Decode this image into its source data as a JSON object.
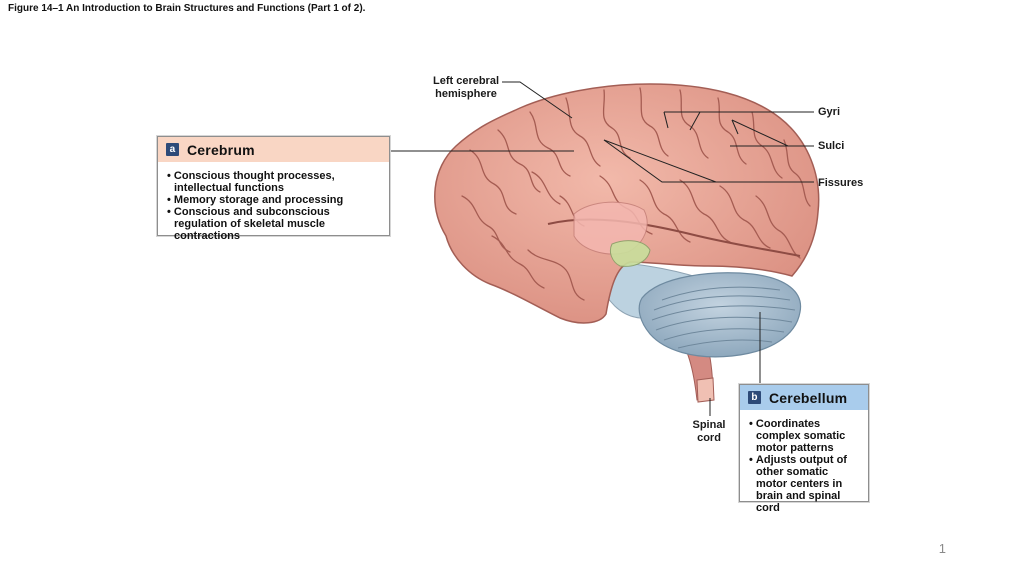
{
  "figure": {
    "title": "Figure 14–1 An Introduction to Brain Structures and Functions (Part 1 of 2)."
  },
  "labels": {
    "left_hemisphere_line1": "Left cerebral",
    "left_hemisphere_line2": "hemisphere",
    "gyri": "Gyri",
    "sulci": "Sulci",
    "fissures": "Fissures",
    "spinal_cord_line1": "Spinal",
    "spinal_cord_line2": "cord"
  },
  "cerebrum_box": {
    "badge": "a",
    "title": "Cerebrum",
    "items": [
      "Conscious thought processes, intellectual functions",
      "Memory storage and processing",
      "Conscious and subconscious regulation of skeletal muscle contractions"
    ]
  },
  "cerebellum_box": {
    "badge": "b",
    "title": "Cerebellum",
    "items": [
      "Coordinates complex somatic motor patterns",
      "Adjusts output of other somatic motor centers in brain and spinal cord"
    ]
  },
  "page_number": "1",
  "colors": {
    "cerebrum": "#e8a394",
    "cerebrum_dark": "#b4645a",
    "cerebellum": "#a9bfd0",
    "brainstem": "#d07f78",
    "cerebrum_header": "#f9d6c4",
    "cerebellum_header": "#a9ccec",
    "badge": "#2d4a78"
  }
}
